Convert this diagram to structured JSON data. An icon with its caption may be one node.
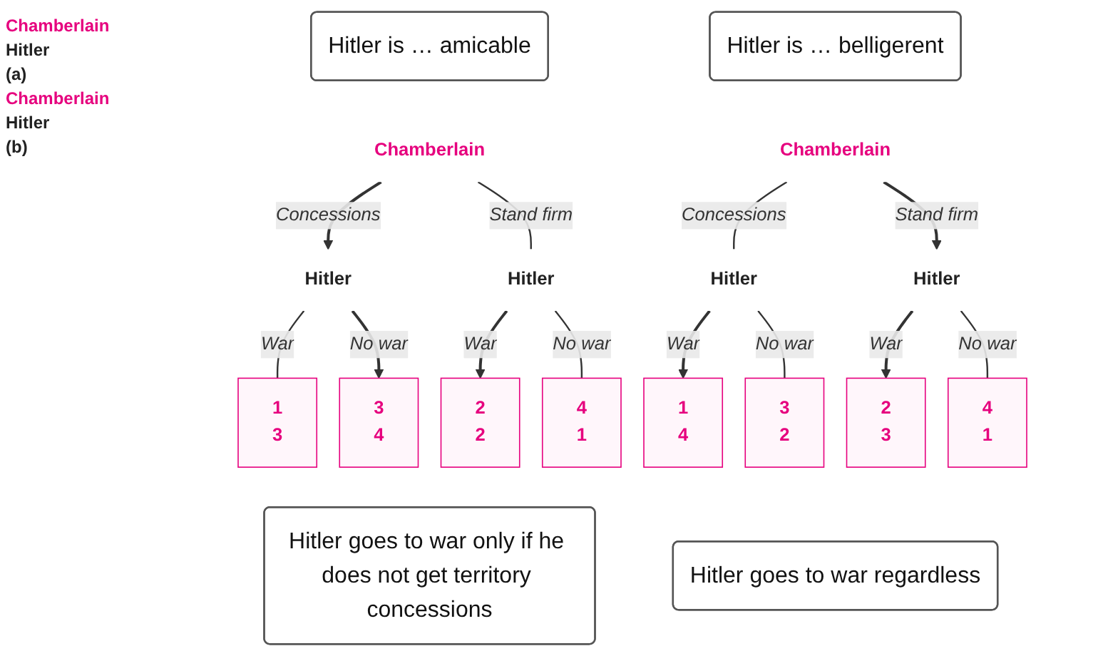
{
  "diagram": {
    "nodes": [
      {
        "text": [
          "Hitler is … amicable"
        ]
      },
      {
        "text": [
          "Chamberlain"
        ]
      },
      {
        "text": [
          "Hitler"
        ]
      },
      {
        "text": [
          "Hitler"
        ]
      },
      {
        "text": [
          "1",
          "3"
        ]
      },
      {
        "text": [
          "3",
          "4"
        ]
      },
      {
        "text": [
          "2",
          "2"
        ]
      },
      {
        "text": [
          "4",
          "1"
        ]
      },
      {
        "text": [
          "Hitler goes to war only if he does not get territory concessions"
        ]
      },
      {
        "text": [
          "Hitler is … belligerent"
        ]
      },
      {
        "text": [
          "Chamberlain"
        ]
      },
      {
        "text": [
          "Hitler"
        ]
      },
      {
        "text": [
          "Hitler"
        ]
      },
      {
        "text": [
          "1",
          "4"
        ]
      },
      {
        "text": [
          "3",
          "2"
        ]
      },
      {
        "text": [
          "2",
          "3"
        ]
      },
      {
        "text": [
          "4",
          "1"
        ]
      },
      {
        "text": [
          "Hitler goes to war regardless"
        ]
      }
    ],
    "edges": [
      {
        "from": 1,
        "to": 2,
        "arrow": "to",
        "label": "Concessions"
      },
      {
        "from": 1,
        "to": 3,
        "arrow": "none",
        "label": "Stand firm"
      },
      {
        "from": 2,
        "to": 4,
        "arrow": "none",
        "label": "War"
      },
      {
        "from": 2,
        "to": 5,
        "arrow": "to",
        "label": "No war"
      },
      {
        "from": 3,
        "to": 6,
        "arrow": "to",
        "label": "War"
      },
      {
        "from": 3,
        "to": 7,
        "arrow": "none",
        "label": "No war"
      },
      {
        "from": 10,
        "to": 11,
        "arrow": "none",
        "label": "Concessions"
      },
      {
        "from": 10,
        "to": 12,
        "arrow": "to",
        "label": "Stand firm"
      },
      {
        "from": 11,
        "to": 13,
        "arrow": "to",
        "label": "War"
      },
      {
        "from": 11,
        "to": 14,
        "arrow": "none",
        "label": "No war"
      },
      {
        "from": 12,
        "to": 15,
        "arrow": "to",
        "label": "War"
      },
      {
        "from": 12,
        "to": 16,
        "arrow": "none",
        "label": "No war"
      }
    ],
    "labels": [
      "Chamberlain",
      "Hitler",
      "(a)",
      "Chamberlain",
      "Hitler",
      "(b)"
    ]
  }
}
